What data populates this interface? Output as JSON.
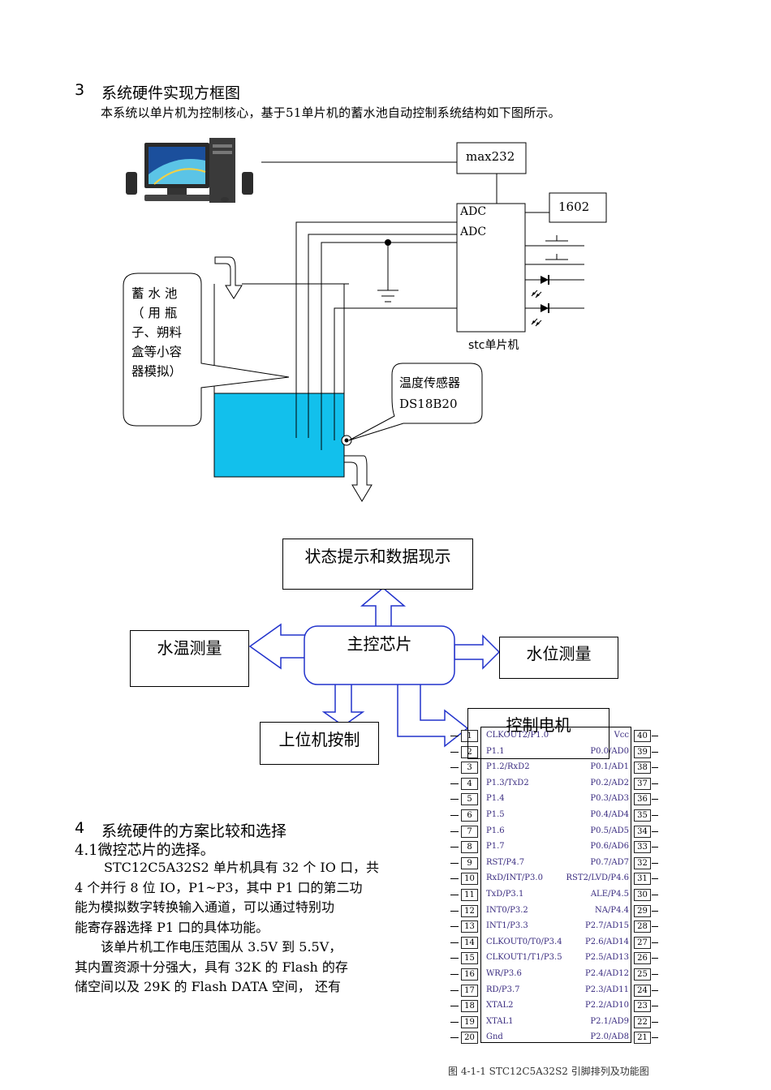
{
  "section3": {
    "number": "3",
    "title": "系统硬件实现方框图",
    "intro": "本系统以单片机为控制核心，基于51单片机的蓄水池自动控制系统结构如下图所示。"
  },
  "diagram1": {
    "max232": "max232",
    "adc1": "ADC",
    "adc2": "ADC",
    "lcd": "1602",
    "mcu": "stc单片机",
    "tank_callout": [
      "蓄 水 池",
      "（ 用 瓶",
      "子、朔料",
      "盒等小容",
      "器模拟）"
    ],
    "sensor_callout": [
      "温度传感器",
      "DS18B20"
    ]
  },
  "diagram2": {
    "status": "状态提示和数据现示",
    "main_chip": "主控芯片",
    "water_temp": "水温测量",
    "water_level": "水位测量",
    "host_control": "上位机按制",
    "motor_control": "控制电机"
  },
  "section4": {
    "number": "4",
    "title": "系统硬件的方案比较和选择",
    "subtitle": "4.1微控芯片的选择。",
    "para_lines": [
      "STC12C5A32S2 单片机具有 32 个 IO 口，共",
      "4 个并行 8 位 IO，P1~P3，其中 P1 口的第二功",
      "能为模拟数字转换输入通道，可以通过特别功",
      "能寄存器选择 P1 口的具体功能。",
      "该单片机工作电压范围从 3.5V 到 5.5V，",
      "其内置资源十分强大，具有 32K 的 Flash 的存",
      "储空间以及 29K 的 Flash  DATA 空间，  还有"
    ]
  },
  "pinout": {
    "left_pins": [
      {
        "num": "1",
        "label": "CLKOUT2/P1.0"
      },
      {
        "num": "2",
        "label": "P1.1"
      },
      {
        "num": "3",
        "label": "P1.2/RxD2"
      },
      {
        "num": "4",
        "label": "P1.3/TxD2"
      },
      {
        "num": "5",
        "label": "P1.4"
      },
      {
        "num": "6",
        "label": "P1.5"
      },
      {
        "num": "7",
        "label": "P1.6"
      },
      {
        "num": "8",
        "label": "P1.7"
      },
      {
        "num": "9",
        "label": "RST/P4.7"
      },
      {
        "num": "10",
        "label": "RxD/INT/P3.0"
      },
      {
        "num": "11",
        "label": "TxD/P3.1"
      },
      {
        "num": "12",
        "label": "INT0/P3.2"
      },
      {
        "num": "13",
        "label": "INT1/P3.3"
      },
      {
        "num": "14",
        "label": "CLKOUT0/T0/P3.4"
      },
      {
        "num": "15",
        "label": "CLKOUT1/T1/P3.5"
      },
      {
        "num": "16",
        "label": "WR/P3.6"
      },
      {
        "num": "17",
        "label": "RD/P3.7"
      },
      {
        "num": "18",
        "label": "XTAL2"
      },
      {
        "num": "19",
        "label": "XTAL1"
      },
      {
        "num": "20",
        "label": "Gnd"
      }
    ],
    "right_pins": [
      {
        "num": "40",
        "label": "Vcc"
      },
      {
        "num": "39",
        "label": "P0.0/AD0"
      },
      {
        "num": "38",
        "label": "P0.1/AD1"
      },
      {
        "num": "37",
        "label": "P0.2/AD2"
      },
      {
        "num": "36",
        "label": "P0.3/AD3"
      },
      {
        "num": "35",
        "label": "P0.4/AD4"
      },
      {
        "num": "34",
        "label": "P0.5/AD5"
      },
      {
        "num": "33",
        "label": "P0.6/AD6"
      },
      {
        "num": "32",
        "label": "P0.7/AD7"
      },
      {
        "num": "31",
        "label": "RST2/LVD/P4.6"
      },
      {
        "num": "30",
        "label": "ALE/P4.5"
      },
      {
        "num": "29",
        "label": "NA/P4.4"
      },
      {
        "num": "28",
        "label": "P2.7/AD15"
      },
      {
        "num": "27",
        "label": "P2.6/AD14"
      },
      {
        "num": "26",
        "label": "P2.5/AD13"
      },
      {
        "num": "25",
        "label": "P2.4/AD12"
      },
      {
        "num": "24",
        "label": "P2.3/AD11"
      },
      {
        "num": "23",
        "label": "P2.2/AD10"
      },
      {
        "num": "22",
        "label": "P2.1/AD9"
      },
      {
        "num": "21",
        "label": "P2.0/AD8"
      }
    ],
    "caption": "图 4-1-1   STC12C5A32S2 引脚排列及功能图"
  },
  "colors": {
    "water": "#12c0ec",
    "arrow": "#2233cc",
    "pin_text": "#3a2c80"
  }
}
